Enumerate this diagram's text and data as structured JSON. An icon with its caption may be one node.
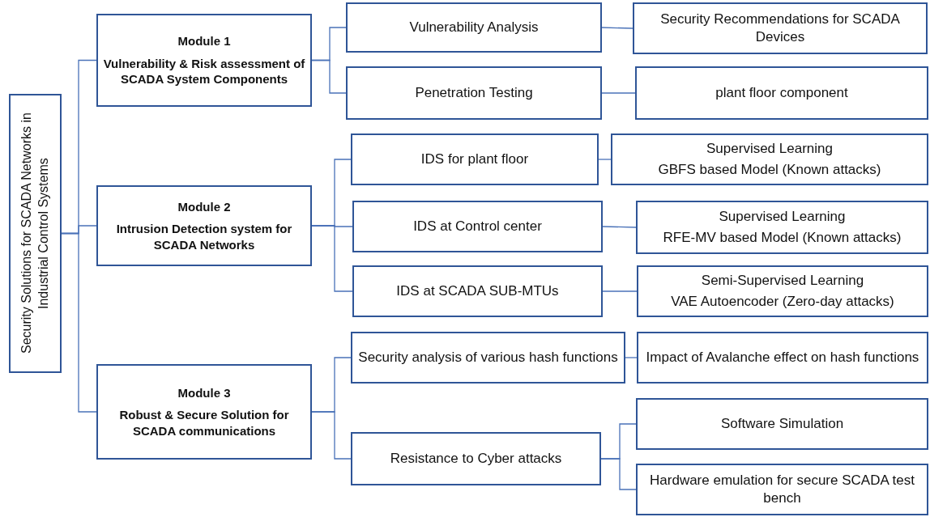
{
  "diagram": {
    "nodes": [
      {
        "text": [
          "Security Solutions for SCADA Networks in Industrial Control Systems"
        ]
      },
      {
        "text": [
          "Module 1",
          "Vulnerability & Risk assessment of SCADA System Components"
        ]
      },
      {
        "text": [
          "Vulnerability Analysis"
        ]
      },
      {
        "text": [
          "Security Recommendations for SCADA Devices"
        ]
      },
      {
        "text": [
          "Penetration Testing"
        ]
      },
      {
        "text": [
          "plant floor component"
        ]
      },
      {
        "text": [
          "Module 2",
          "Intrusion Detection system for SCADA Networks"
        ]
      },
      {
        "text": [
          "IDS for plant floor"
        ]
      },
      {
        "text": [
          "Supervised Learning",
          "GBFS based Model (Known attacks)"
        ]
      },
      {
        "text": [
          "IDS at Control center"
        ]
      },
      {
        "text": [
          "Supervised Learning",
          "RFE-MV based Model (Known attacks)"
        ]
      },
      {
        "text": [
          "IDS at SCADA SUB-MTUs"
        ]
      },
      {
        "text": [
          "Semi-Supervised Learning",
          "VAE Autoencoder (Zero-day attacks)"
        ]
      },
      {
        "text": [
          "Module 3",
          "Robust & Secure Solution for SCADA communications"
        ]
      },
      {
        "text": [
          "Security analysis of various hash functions"
        ]
      },
      {
        "text": [
          "Impact of Avalanche effect on hash functions"
        ]
      },
      {
        "text": [
          "Resistance to Cyber attacks"
        ]
      },
      {
        "text": [
          "Software Simulation"
        ]
      },
      {
        "text": [
          "Hardware emulation for secure SCADA test bench"
        ]
      }
    ],
    "edges": [
      {
        "from": 0,
        "to": 1,
        "arrow": "none"
      },
      {
        "from": 0,
        "to": 6,
        "arrow": "none"
      },
      {
        "from": 0,
        "to": 13,
        "arrow": "none"
      },
      {
        "from": 1,
        "to": 2,
        "arrow": "none"
      },
      {
        "from": 1,
        "to": 4,
        "arrow": "none"
      },
      {
        "from": 2,
        "to": 3,
        "arrow": "none"
      },
      {
        "from": 4,
        "to": 5,
        "arrow": "none"
      },
      {
        "from": 6,
        "to": 7,
        "arrow": "none"
      },
      {
        "from": 6,
        "to": 9,
        "arrow": "none"
      },
      {
        "from": 6,
        "to": 11,
        "arrow": "none"
      },
      {
        "from": 7,
        "to": 8,
        "arrow": "none"
      },
      {
        "from": 9,
        "to": 10,
        "arrow": "none"
      },
      {
        "from": 11,
        "to": 12,
        "arrow": "none"
      },
      {
        "from": 13,
        "to": 14,
        "arrow": "none"
      },
      {
        "from": 13,
        "to": 16,
        "arrow": "none"
      },
      {
        "from": 14,
        "to": 15,
        "arrow": "none"
      },
      {
        "from": 16,
        "to": 17,
        "arrow": "none"
      },
      {
        "from": 16,
        "to": 18,
        "arrow": "none"
      }
    ]
  }
}
